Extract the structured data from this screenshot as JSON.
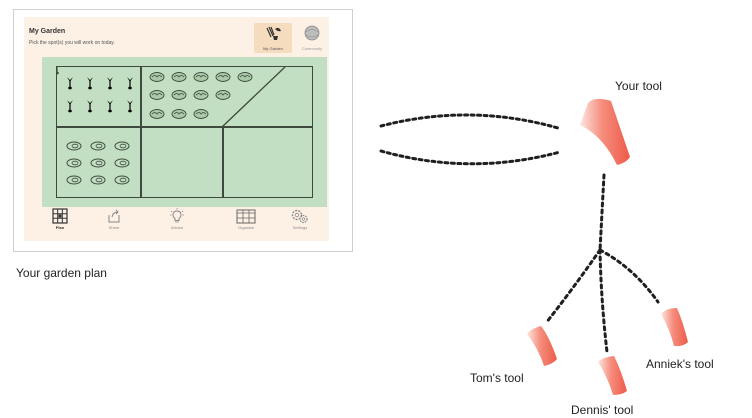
{
  "app": {
    "title": "My Garden",
    "subtitle": "Pick the spot(s) you will work on today.",
    "tabs": [
      {
        "label": "My Garden",
        "icon": "garden-tools-icon",
        "active": true
      },
      {
        "label": "Community",
        "icon": "community-icon",
        "active": false
      }
    ],
    "nav": [
      {
        "label": "Plan",
        "icon": "grid-icon",
        "active": true
      },
      {
        "label": "Share",
        "icon": "share-icon",
        "active": false
      },
      {
        "label": "Advice",
        "icon": "lightbulb-icon",
        "active": false
      },
      {
        "label": "Organize",
        "icon": "calendar-icon",
        "active": false
      },
      {
        "label": "Settings",
        "icon": "gear-icon",
        "active": false
      }
    ]
  },
  "captions": {
    "garden_plan": "Your garden plan"
  },
  "tools": {
    "yours": "Your tool",
    "tom": "Tom's tool",
    "dennis": "Dennis' tool",
    "anniek": "Anniek's tool"
  },
  "colors": {
    "garden_bg": "#c3dfc3",
    "app_bg": "#fdf1e6",
    "tool_red": "#ee5a48",
    "tool_light": "#fde6e0"
  }
}
